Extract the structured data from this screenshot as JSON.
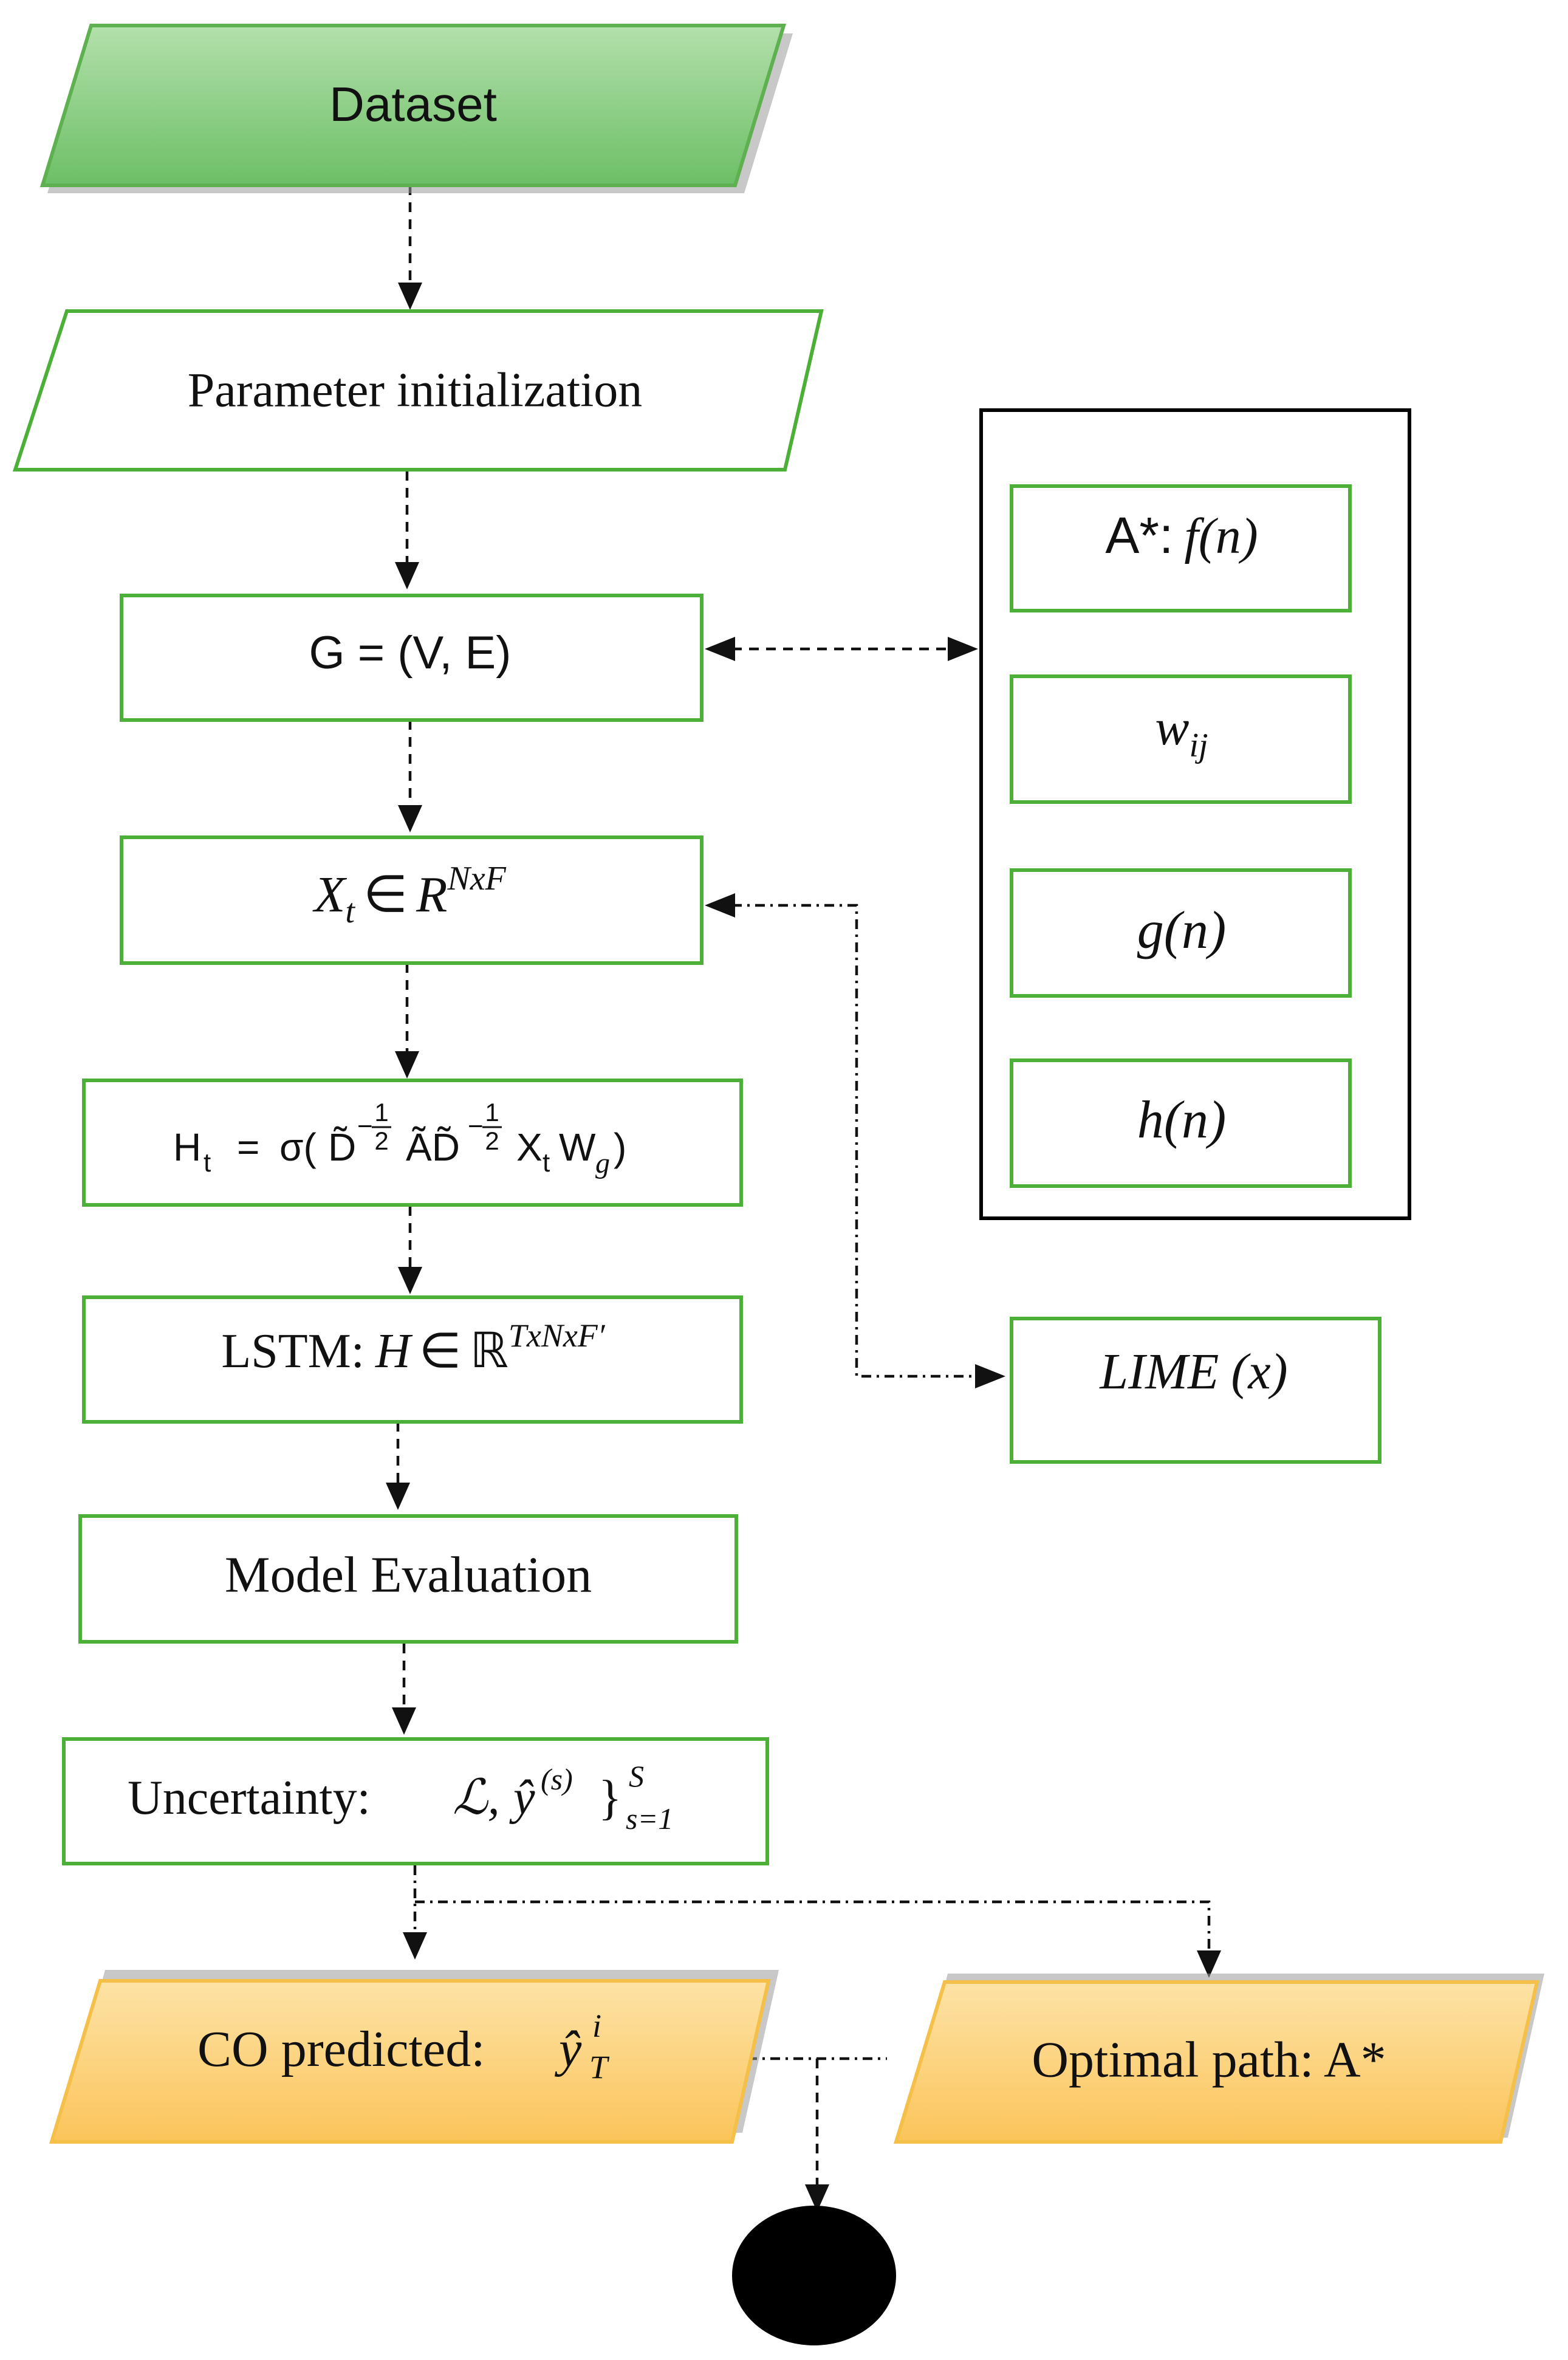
{
  "nodes": {
    "dataset": {
      "label": "Dataset",
      "color": "#8fd08a"
    },
    "param_init": {
      "label": "Parameter initialization"
    },
    "graph": {
      "label": "G = (V, E)"
    },
    "features": {
      "base": "X",
      "sub": "t",
      "in": "∈",
      "set": "R",
      "sup": "NxF"
    },
    "gcn": {
      "pre": "H",
      "sub_t": "t",
      "eq": "=",
      "sigma": "σ(",
      "dtil": "D̃",
      "exp": "−",
      "num": "1",
      "den": "2",
      "atil": "ÃD̃",
      "xt": "X",
      "w": "W",
      "g": "g",
      "close": ")"
    },
    "lstm": {
      "pre": "LSTM:",
      "var": "H",
      "in": "∈",
      "set": "ℝ",
      "sup": "TxNxF′"
    },
    "evaluation": {
      "label": "Model Evaluation"
    },
    "uncertainty": {
      "pre": "Uncertainty:",
      "loss": "ℒ,",
      "yhat": "ŷ",
      "sup_s": "(s)",
      "brace": "}",
      "up": "S",
      "low": "s=1"
    },
    "co_predicted": {
      "pre": "CO predicted:",
      "yhat": "ŷ",
      "sup": "i",
      "sub": "T",
      "color": "#fcd68a"
    },
    "optimal_path": {
      "label": "Optimal path: A*",
      "color": "#fcd68a"
    },
    "astar_panel": {
      "f": {
        "pre": "A*:",
        "fn": "f",
        "arg": "(n)"
      },
      "w": {
        "base": "w",
        "sub": "ij"
      },
      "g": {
        "fn": "g",
        "arg": "(n)"
      },
      "h": {
        "fn": "h",
        "arg": "(n)"
      }
    },
    "lime": {
      "fn": "LIME",
      "arg": "(x)"
    }
  }
}
